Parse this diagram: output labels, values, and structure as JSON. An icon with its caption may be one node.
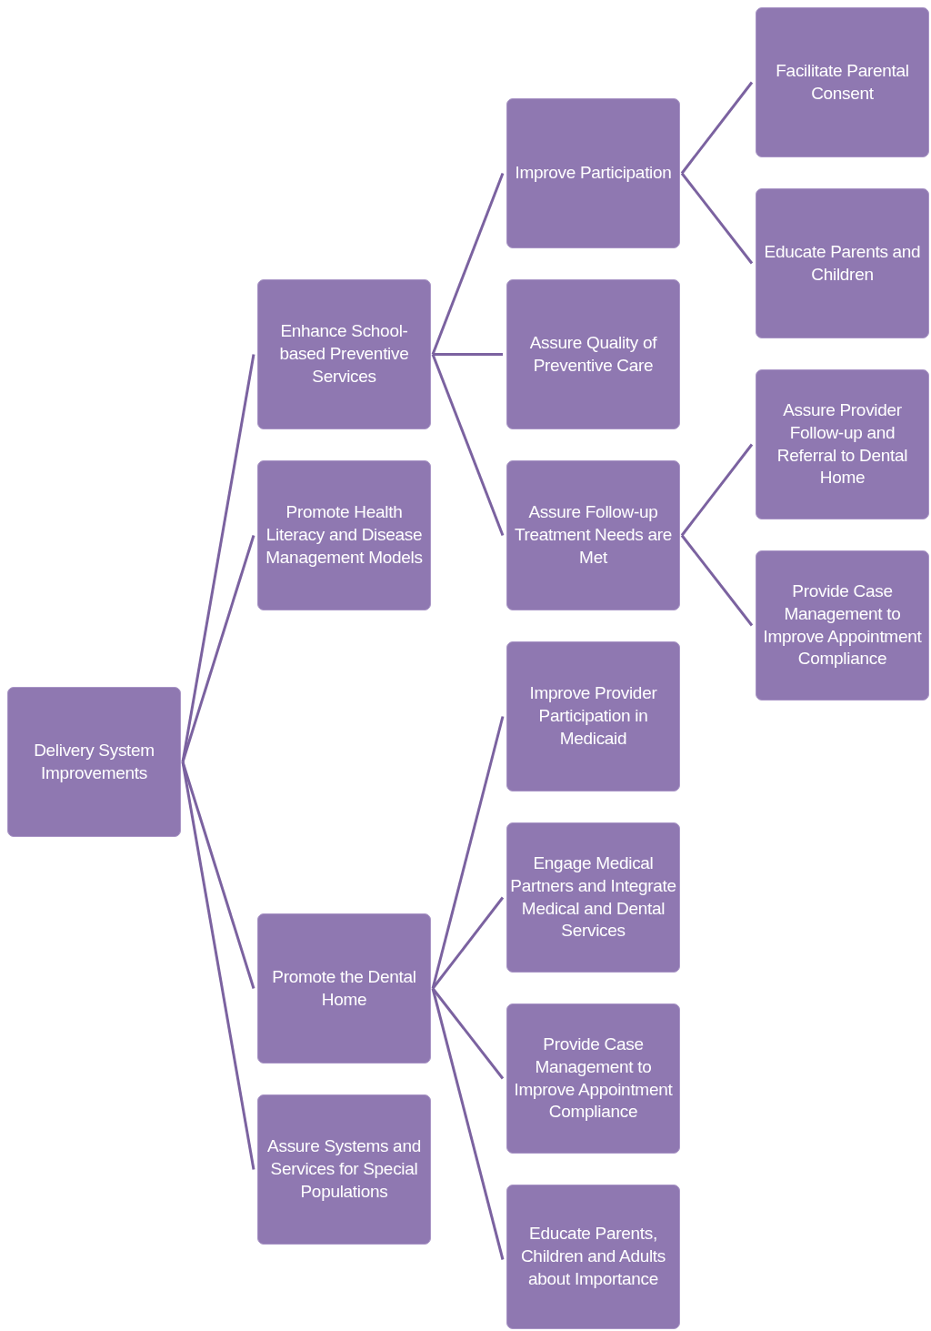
{
  "diagram": {
    "nodes": [
      {
        "text": [
          "Delivery System Improvements"
        ]
      },
      {
        "text": [
          "Enhance School-based Preventive Services"
        ]
      },
      {
        "text": [
          "Promote Health Literacy and Disease Management Models"
        ]
      },
      {
        "text": [
          "Promote the Dental Home"
        ]
      },
      {
        "text": [
          "Assure Systems and Services for Special Populations"
        ]
      },
      {
        "text": [
          "Improve Participation"
        ]
      },
      {
        "text": [
          "Assure Quality of Preventive Care"
        ]
      },
      {
        "text": [
          "Assure Follow-up Treatment Needs are Met"
        ]
      },
      {
        "text": [
          "Improve Provider Participation in Medicaid"
        ]
      },
      {
        "text": [
          "Engage Medical Partners and Integrate Medical and Dental Services"
        ]
      },
      {
        "text": [
          "Provide Case Management to Improve Appointment Compliance"
        ]
      },
      {
        "text": [
          "Educate Parents, Children and Adults about Importance"
        ]
      },
      {
        "text": [
          "Facilitate Parental Consent"
        ]
      },
      {
        "text": [
          "Educate Parents and Children"
        ]
      },
      {
        "text": [
          "Assure Provider Follow-up and Referral to Dental Home"
        ]
      },
      {
        "text": [
          "Provide Case Management to Improve Appointment Compliance"
        ]
      }
    ],
    "edges": [
      {
        "from": 0,
        "to": 1,
        "arrow": "none"
      },
      {
        "from": 0,
        "to": 2,
        "arrow": "none"
      },
      {
        "from": 0,
        "to": 3,
        "arrow": "none"
      },
      {
        "from": 0,
        "to": 4,
        "arrow": "none"
      },
      {
        "from": 1,
        "to": 5,
        "arrow": "none"
      },
      {
        "from": 1,
        "to": 6,
        "arrow": "none"
      },
      {
        "from": 1,
        "to": 7,
        "arrow": "none"
      },
      {
        "from": 3,
        "to": 8,
        "arrow": "none"
      },
      {
        "from": 3,
        "to": 9,
        "arrow": "none"
      },
      {
        "from": 3,
        "to": 10,
        "arrow": "none"
      },
      {
        "from": 3,
        "to": 11,
        "arrow": "none"
      },
      {
        "from": 5,
        "to": 12,
        "arrow": "none"
      },
      {
        "from": 5,
        "to": 13,
        "arrow": "none"
      },
      {
        "from": 7,
        "to": 14,
        "arrow": "none"
      },
      {
        "from": 7,
        "to": 15,
        "arrow": "none"
      }
    ]
  }
}
